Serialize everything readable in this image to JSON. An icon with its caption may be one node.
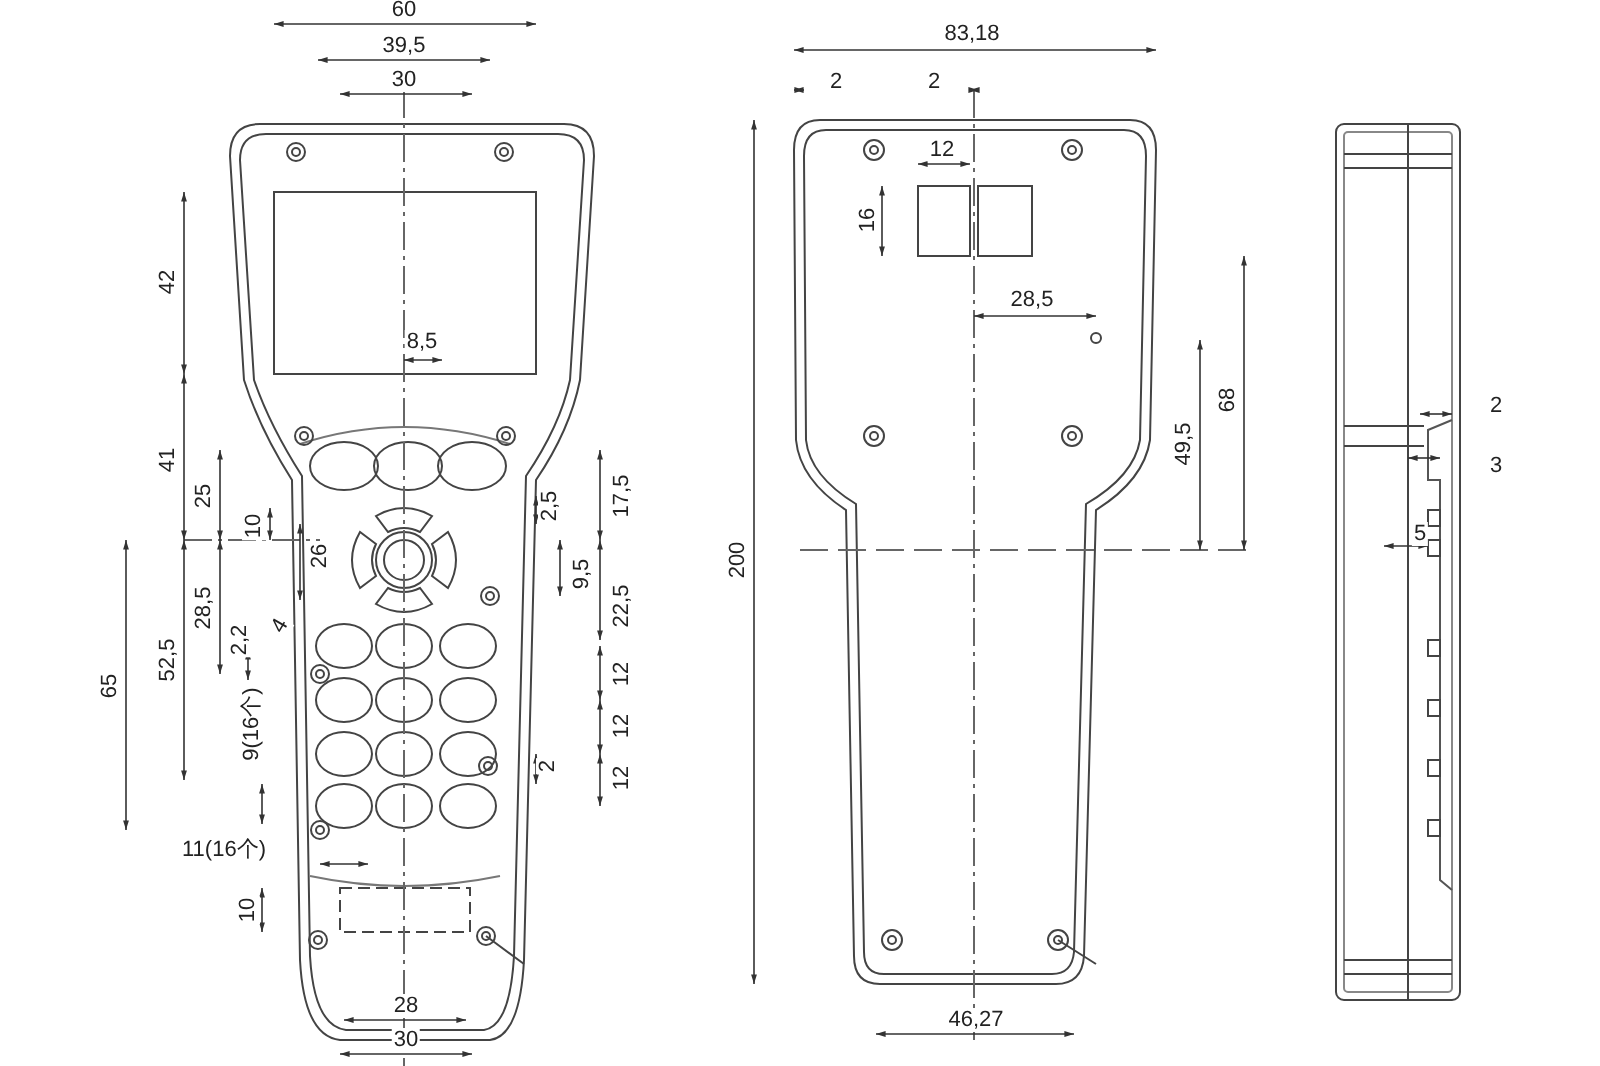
{
  "diagram": {
    "labels": [
      "60",
      "39,5",
      "30",
      "42",
      "8,5",
      "41",
      "25",
      "10",
      "26",
      "2,5",
      "17,5",
      "9,5",
      "22,5",
      "28,5",
      "2,2",
      "4",
      "52,5",
      "65",
      "12",
      "12",
      "12",
      "9(16个)",
      "2",
      "11(16个)",
      "10",
      "28",
      "30",
      "83,18",
      "2",
      "2",
      "12",
      "16",
      "28,5",
      "68",
      "49,5",
      "200",
      "46,27",
      "2",
      "3",
      "5"
    ]
  }
}
